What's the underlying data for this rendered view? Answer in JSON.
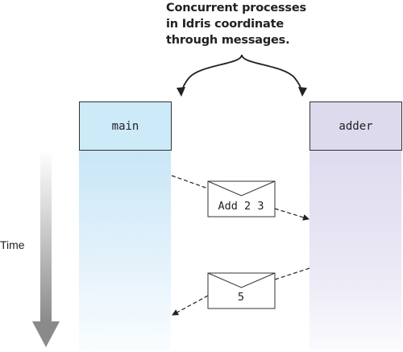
{
  "caption": {
    "line1": "Concurrent processes",
    "line2": "in Idris coordinate",
    "line3": "through messages."
  },
  "processes": {
    "main": {
      "label": "main",
      "head_color": "#cdeaf9",
      "lane_color": "#c9e6f7"
    },
    "adder": {
      "label": "adder",
      "head_color": "#dddaee",
      "lane_color": "#dedbef"
    }
  },
  "messages": {
    "request": {
      "label": "Add 2 3"
    },
    "reply": {
      "label": "5"
    }
  },
  "time_axis": {
    "label": "Time"
  }
}
